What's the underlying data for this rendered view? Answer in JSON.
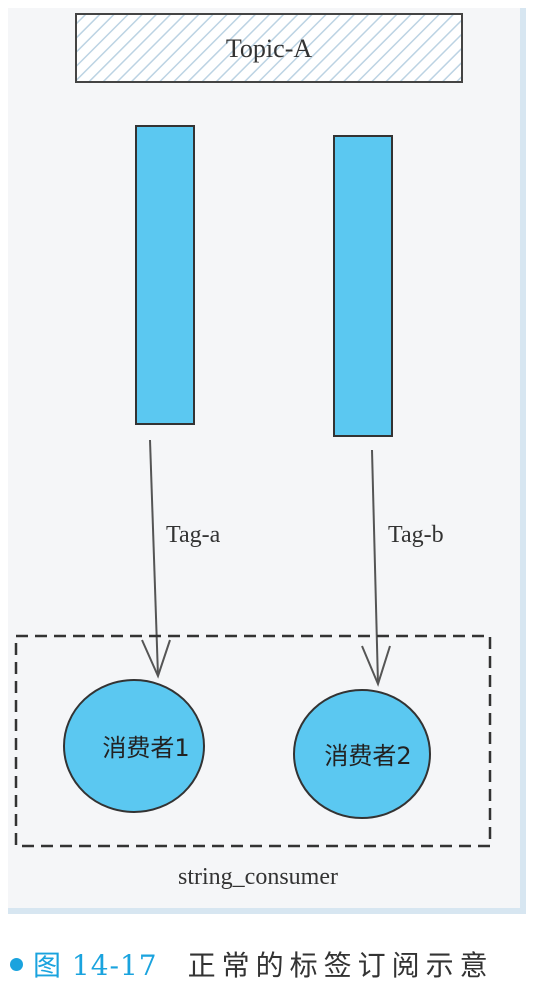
{
  "diagram": {
    "topic": "Topic-A",
    "tags": [
      "Tag-a",
      "Tag-b"
    ],
    "consumers": [
      "消费者1",
      "消费者2"
    ],
    "group": "string_consumer"
  },
  "caption": {
    "figure": "图 14-17",
    "title": "正常的标签订阅示意"
  },
  "colors": {
    "queue": "#5bc8f1",
    "consumer": "#5bc8f1",
    "caption_accent": "#1aa3de"
  }
}
